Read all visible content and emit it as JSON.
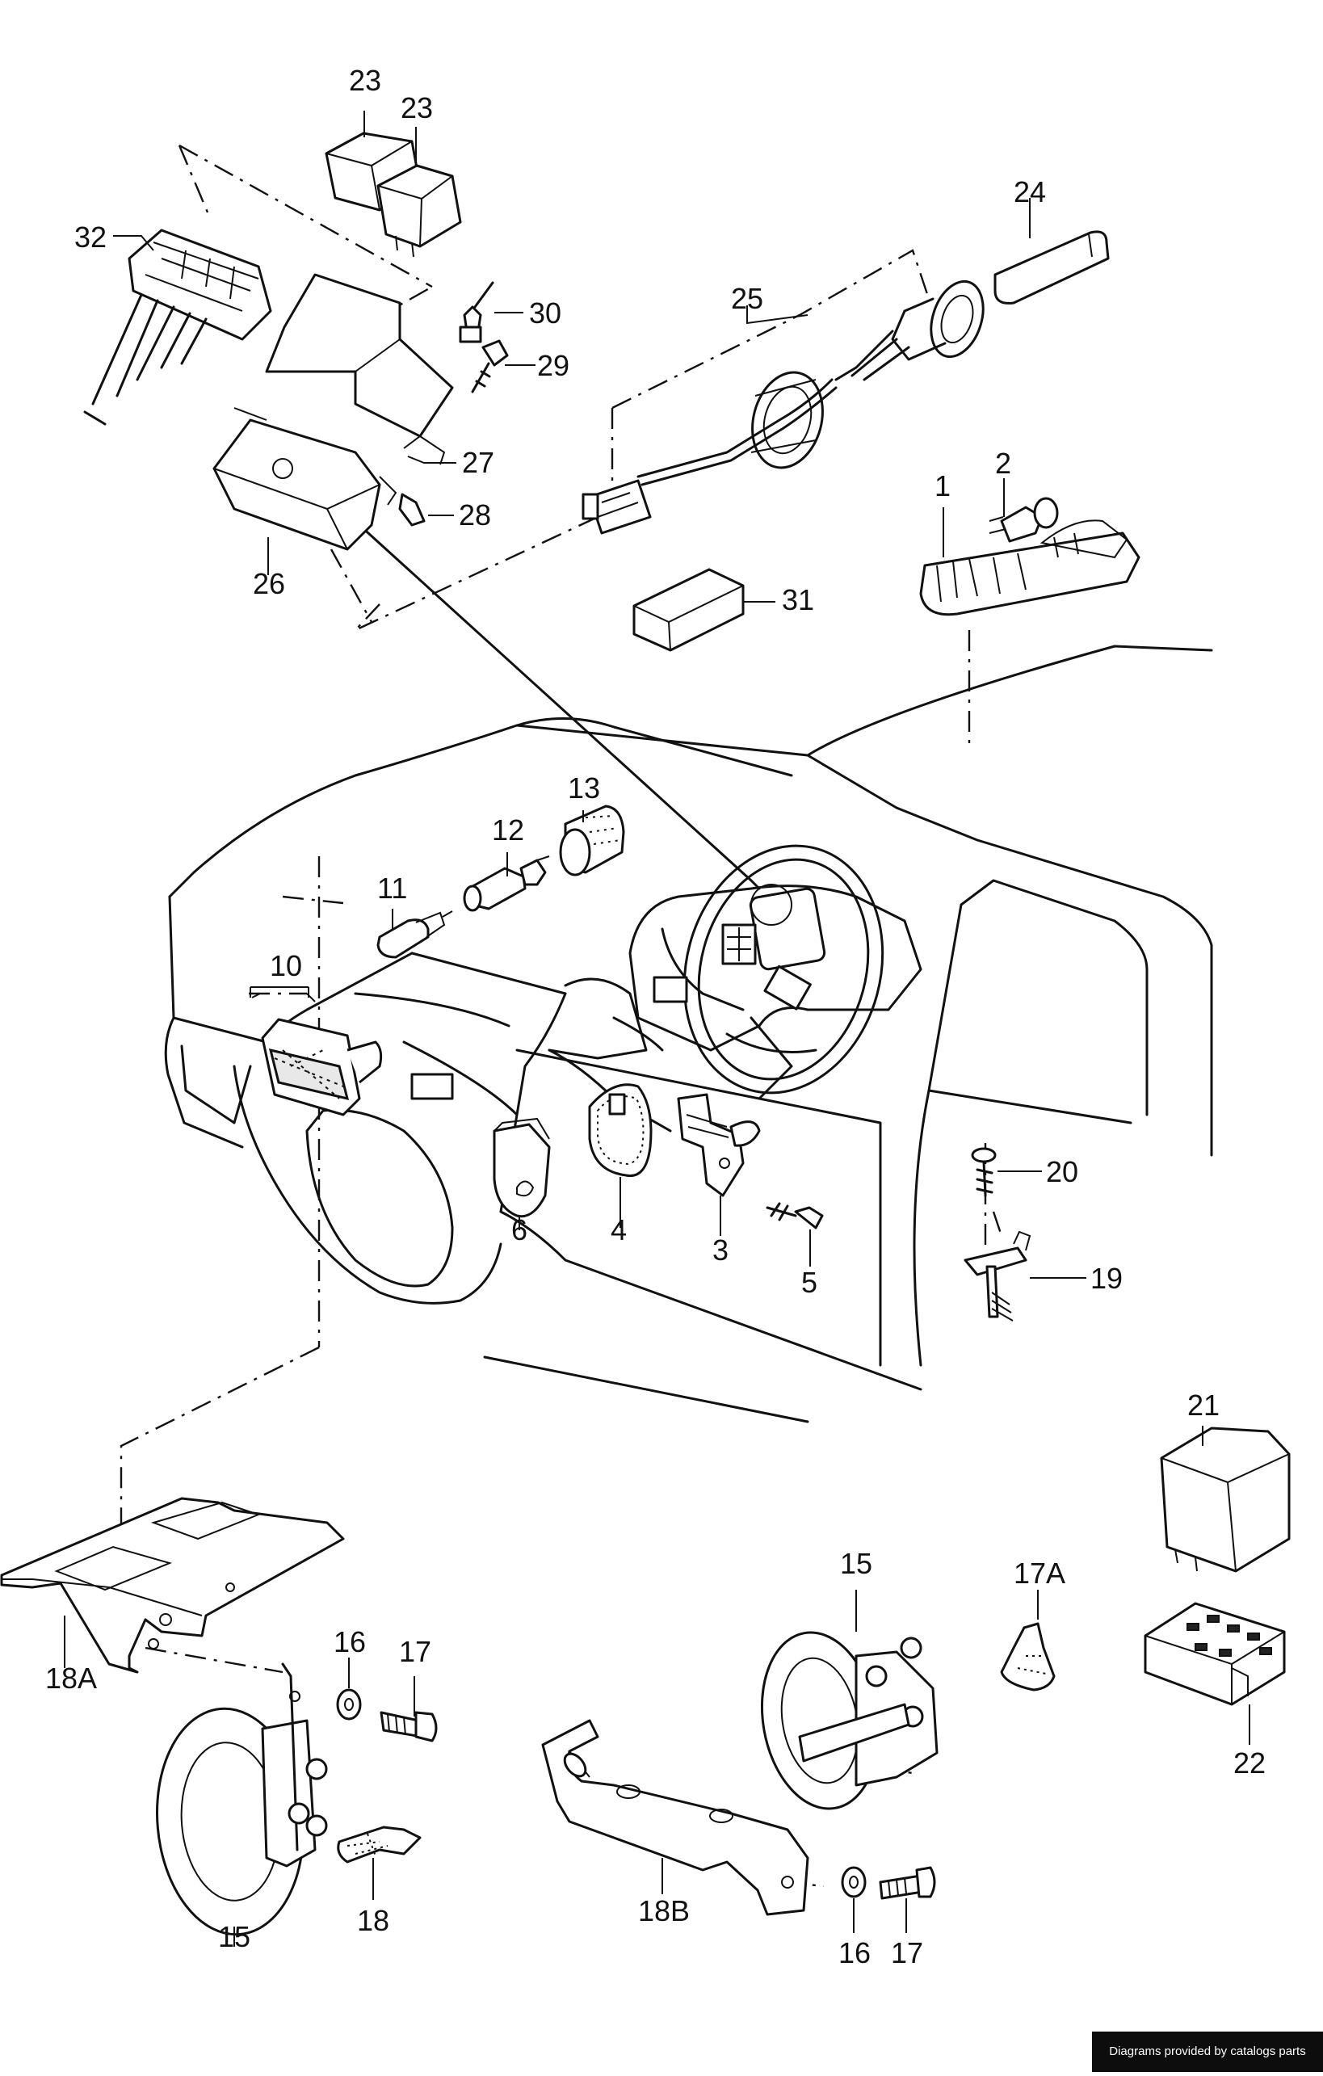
{
  "labels": {
    "n23a": "23",
    "n23b": "23",
    "n32": "32",
    "n30": "30",
    "n29": "29",
    "n27": "27",
    "n28": "28",
    "n26": "26",
    "n24": "24",
    "n25": "25",
    "n2": "2",
    "n1": "1",
    "n31": "31",
    "n13": "13",
    "n12": "12",
    "n11": "11",
    "n10": "10",
    "n6": "6",
    "n4": "4",
    "n3": "3",
    "n5": "5",
    "n20": "20",
    "n19": "19",
    "n21": "21",
    "n18A": "18A",
    "n16a": "16",
    "n17a": "17",
    "n15a": "15",
    "n18": "18",
    "n15b": "15",
    "n17A": "17A",
    "n22": "22",
    "n18B": "18B",
    "n16b": "16",
    "n17b": "17"
  },
  "footer": {
    "credit": "Diagrams provided by catalogs parts"
  }
}
